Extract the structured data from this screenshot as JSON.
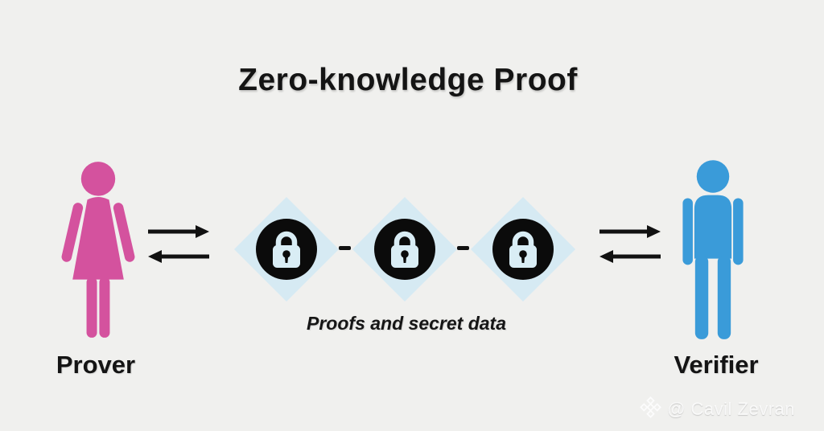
{
  "title": "Zero-knowledge Proof",
  "actors": {
    "prover": {
      "label": "Prover",
      "icon": "female-person-icon",
      "color": "#d4529e"
    },
    "verifier": {
      "label": "Verifier",
      "icon": "male-person-icon",
      "color": "#3a9bd9"
    }
  },
  "exchange": {
    "caption": "Proofs and secret data",
    "lock_nodes": 3,
    "lock_icon": "padlock-icon",
    "diamond_color": "#d6eaf3",
    "lock_badge_color": "#0b0b0b",
    "lock_glyph_color": "#d9edf5",
    "arrow_color": "#111111",
    "arrows": [
      "right-arrow-icon",
      "left-arrow-icon"
    ]
  },
  "watermark": {
    "icon": "binance-diamond-icon",
    "text": "@ Cavil Zevran"
  },
  "colors": {
    "background": "#f0f0ee",
    "text": "#141414"
  }
}
